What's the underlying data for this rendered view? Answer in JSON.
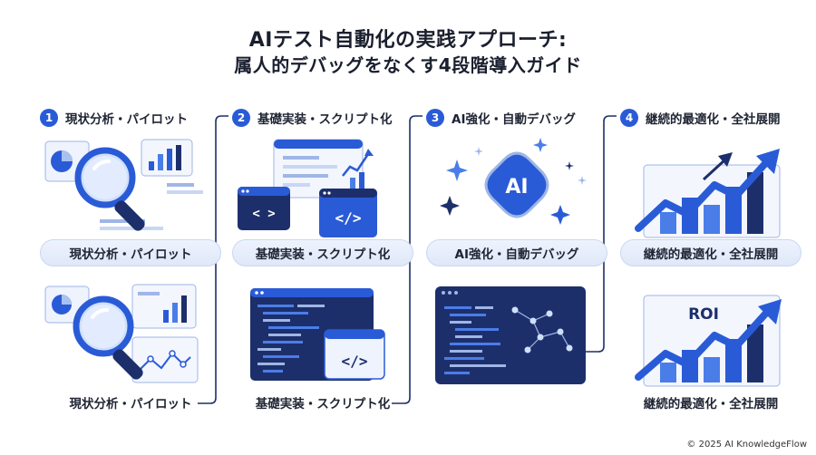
{
  "title": {
    "line1": "AIテスト自動化の実践アプローチ:",
    "line2": "属人的デバッグをなくす4段階導入ガイド"
  },
  "steps": [
    {
      "number": "1",
      "heading": "現状分析・パイロット",
      "pill_label": "現状分析・パイロット",
      "caption": "現状分析・パイロット"
    },
    {
      "number": "2",
      "heading": "基礎実装・スクリプト化",
      "pill_label": "基礎実装・スクリプト化",
      "caption": "基礎実装・スクリプト化",
      "code_tag_small": "< >",
      "code_tag_large": "</>",
      "code_tag_bottom": "</>"
    },
    {
      "number": "3",
      "heading": "AI強化・自動デバッグ",
      "pill_label": "AI強化・自動デバッグ",
      "ai_badge": "AI"
    },
    {
      "number": "4",
      "heading": "継続的最適化・全社展開",
      "pill_label": "継続的最適化・全社展開",
      "caption": "継続的最適化・全社展開",
      "roi_label": "ROI"
    }
  ],
  "footer": {
    "copyright": "© 2025 AI KnowledgeFlow"
  },
  "colors": {
    "primary": "#2a5bd7",
    "dark_navy": "#1d2f6b",
    "light_blue": "#dfe8f9",
    "accent_blue": "#4a7de8"
  }
}
